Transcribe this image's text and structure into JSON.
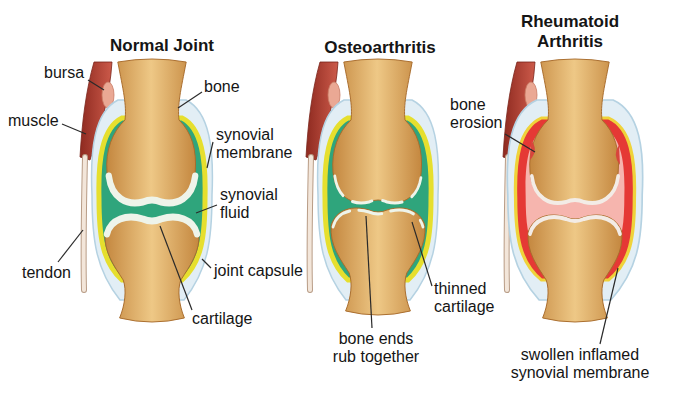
{
  "diagram": {
    "labels": [
      "Normal Joint",
      "Osteoarthritis",
      "Rheumatoid Arthritis",
      "bursa",
      "bone",
      "muscle",
      "synovial membrane",
      "synovial fluid",
      "tendon",
      "joint capsule",
      "cartilage",
      "bone erosion",
      "thinned cartilage",
      "bone ends rub together",
      "swollen inflamed synovial membrane"
    ]
  }
}
